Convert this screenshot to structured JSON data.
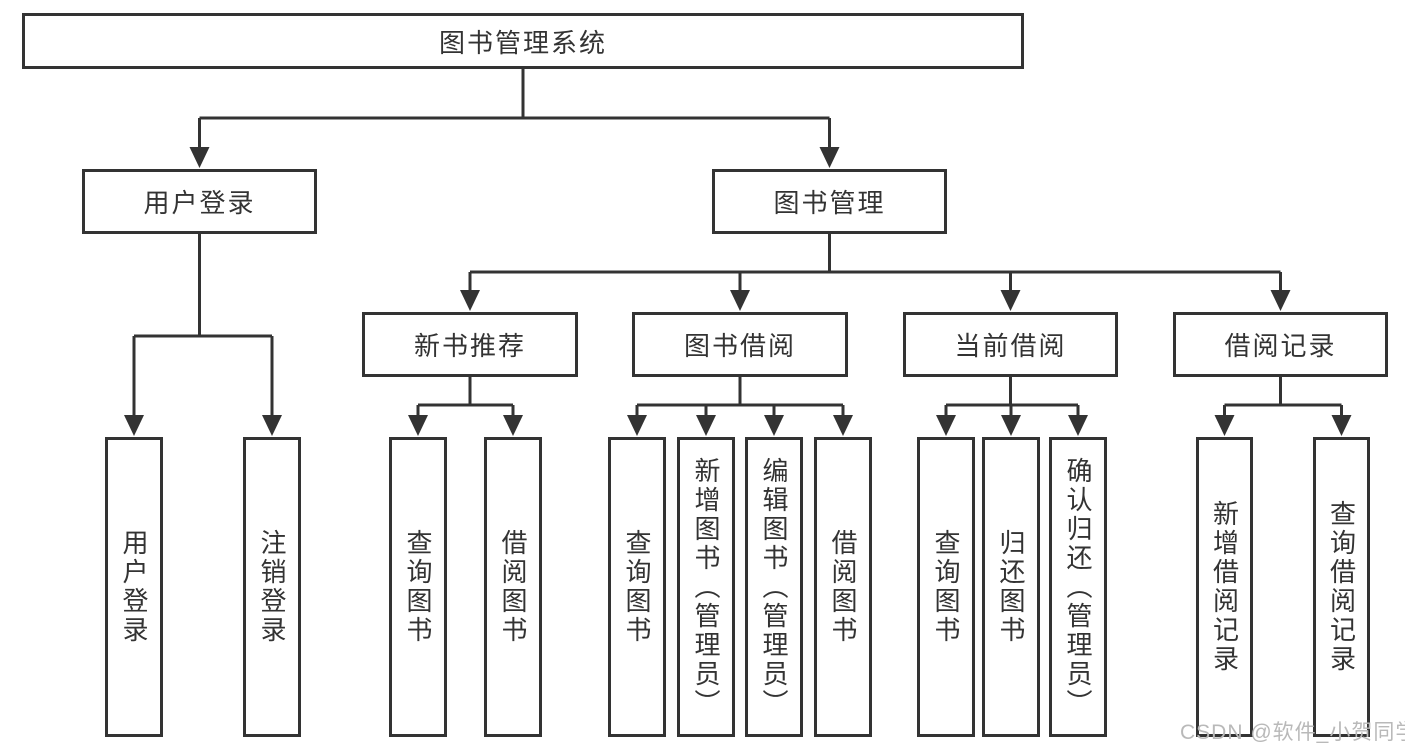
{
  "diagram": {
    "root": "图书管理系统",
    "branches": [
      {
        "label": "用户登录",
        "children": [
          "用户登录",
          "注销登录"
        ]
      },
      {
        "label": "图书管理",
        "groups": [
          {
            "label": "新书推荐",
            "children": [
              "查询图书",
              "借阅图书"
            ]
          },
          {
            "label": "图书借阅",
            "children": [
              "查询图书",
              "新增图书（管理员）",
              "编辑图书（管理员）",
              "借阅图书"
            ]
          },
          {
            "label": "当前借阅",
            "children": [
              "查询图书",
              "归还图书",
              "确认归还（管理员）"
            ]
          },
          {
            "label": "借阅记录",
            "children": [
              "新增借阅记录",
              "查询借阅记录"
            ]
          }
        ]
      }
    ]
  },
  "watermark": "CSDN @软件_小贺同学",
  "colors": {
    "line": "#333333",
    "text": "#333333",
    "background": "#ffffff",
    "watermark": "#b9b9b9"
  }
}
